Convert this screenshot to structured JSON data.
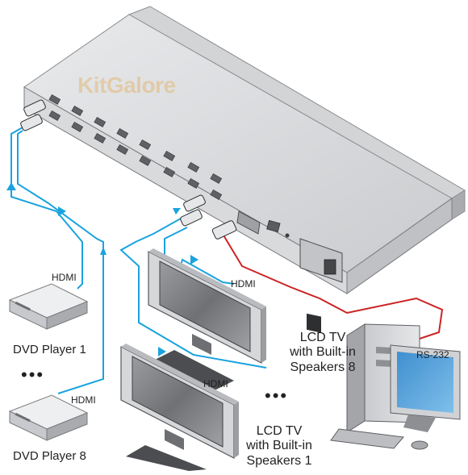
{
  "watermark": {
    "text": "KitGalore"
  },
  "labels": {
    "hdmi_player1": "HDMI",
    "hdmi_player8": "HDMI",
    "hdmi_tv8": "HDMI",
    "hdmi_tv1": "HDMI",
    "rs232": "RS-232",
    "player1": "DVD Player 1",
    "player8": "DVD Player 8",
    "tv8": [
      "LCD TV",
      "with Built-in",
      "Speakers 8"
    ],
    "tv1": [
      "LCD TV",
      "with Built-in",
      "Speakers 1"
    ],
    "ellipsis": "•••"
  },
  "colors": {
    "hdmi_cable": "#1aa3df",
    "rs232_cable": "#cc2222",
    "device_body": "#d8d9db",
    "device_dark": "#6e7073"
  }
}
